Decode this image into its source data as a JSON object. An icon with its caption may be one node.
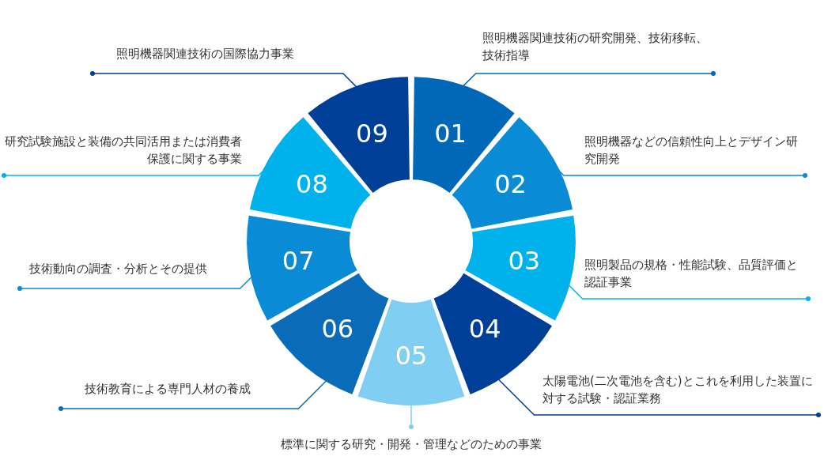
{
  "diagram": {
    "nodes": [
      {
        "text": [
          "01"
        ]
      },
      {
        "text": [
          "02"
        ]
      },
      {
        "text": [
          "03"
        ]
      },
      {
        "text": [
          "04"
        ]
      },
      {
        "text": [
          "05"
        ]
      },
      {
        "text": [
          "06"
        ]
      },
      {
        "text": [
          "07"
        ]
      },
      {
        "text": [
          "08"
        ]
      },
      {
        "text": [
          "09"
        ]
      },
      {
        "text": [
          "照明機器関連技術の研究開発、技術移転、技術指導"
        ]
      },
      {
        "text": [
          "照明機器などの信頼性向上とデザイン研究開発"
        ]
      },
      {
        "text": [
          "照明製品の規格・性能試験、品質評価と認証事業"
        ]
      },
      {
        "text": [
          "太陽電池(二次電池を含む)とこれを利用した装置に対する試験・認証業務"
        ]
      },
      {
        "text": [
          "標準に関する研究・開発・管理などのための事業"
        ]
      },
      {
        "text": [
          "技術教育による専門人材の養成"
        ]
      },
      {
        "text": [
          "技術動向の調査・分析とその提供"
        ]
      },
      {
        "text": [
          "研究試験施設と装備の共同活用または消費者保護に関する事業"
        ]
      },
      {
        "text": [
          "照明機器関連技術の国際協力事業"
        ]
      }
    ],
    "edges": [
      {
        "from": 9,
        "to": 0,
        "arrow": "other",
        "color": "#0068b7"
      },
      {
        "from": 10,
        "to": 1,
        "arrow": "other",
        "color": "#0a8bd6"
      },
      {
        "from": 11,
        "to": 2,
        "arrow": "other",
        "color": "#00b2ec"
      },
      {
        "from": 12,
        "to": 3,
        "arrow": "other",
        "color": "#003f97"
      },
      {
        "from": 13,
        "to": 4,
        "arrow": "other",
        "color": "#80cef2"
      },
      {
        "from": 14,
        "to": 5,
        "arrow": "other",
        "color": "#0a6cb8"
      },
      {
        "from": 15,
        "to": 6,
        "arrow": "other",
        "color": "#0a8bd6"
      },
      {
        "from": 16,
        "to": 7,
        "arrow": "other",
        "color": "#00b2ec"
      },
      {
        "from": 17,
        "to": 8,
        "arrow": "other",
        "color": "#003f97"
      }
    ]
  }
}
